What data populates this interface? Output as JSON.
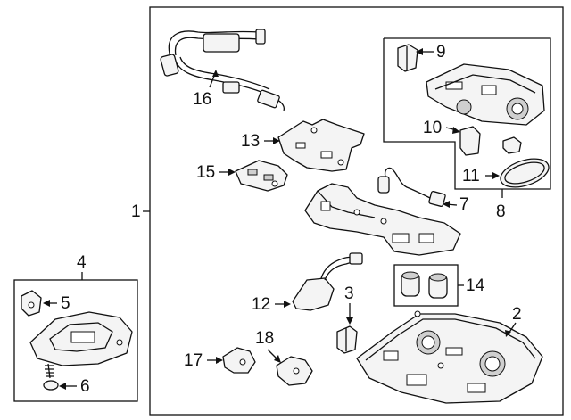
{
  "diagram": {
    "callouts": [
      {
        "id": "c1",
        "text": "1"
      },
      {
        "id": "c2",
        "text": "2"
      },
      {
        "id": "c3",
        "text": "3"
      },
      {
        "id": "c4",
        "text": "4"
      },
      {
        "id": "c5",
        "text": "5"
      },
      {
        "id": "c6",
        "text": "6"
      },
      {
        "id": "c7",
        "text": "7"
      },
      {
        "id": "c8",
        "text": "8"
      },
      {
        "id": "c9",
        "text": "9"
      },
      {
        "id": "c10",
        "text": "10"
      },
      {
        "id": "c11",
        "text": "11"
      },
      {
        "id": "c12",
        "text": "12"
      },
      {
        "id": "c13",
        "text": "13"
      },
      {
        "id": "c14",
        "text": "14"
      },
      {
        "id": "c15",
        "text": "15"
      },
      {
        "id": "c16",
        "text": "16"
      },
      {
        "id": "c17",
        "text": "17"
      },
      {
        "id": "c18",
        "text": "18"
      }
    ]
  }
}
